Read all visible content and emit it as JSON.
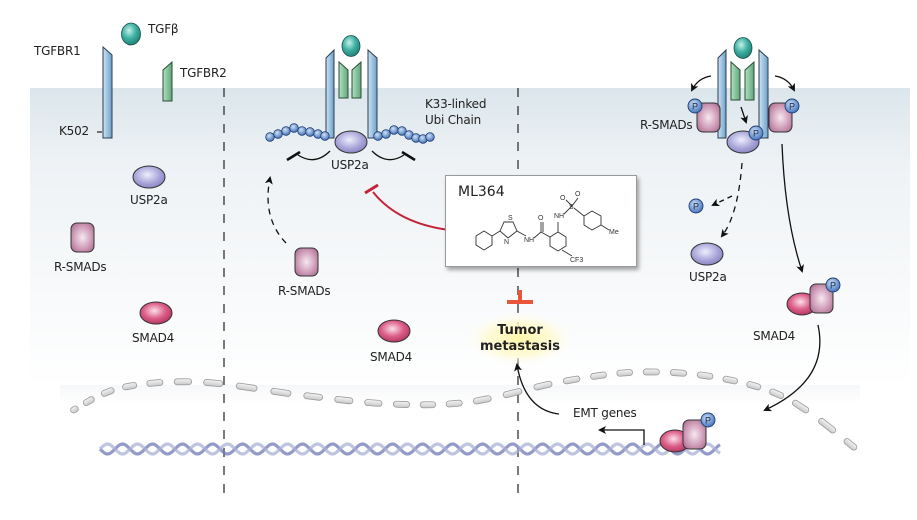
{
  "figure": {
    "panels": [
      "basal",
      "ml364-inhibited",
      "usp2a-active"
    ],
    "colors": {
      "receptor_type1": "#9cc3e0",
      "receptor_type2": "#7cbf93",
      "ligand": "#3aa79a",
      "usp2a": "#a9a5d6",
      "r_smad": "#c992b0",
      "smad4": "#d5557f",
      "phospho": "#4d7fc6",
      "ubiquitin": "#5b86c7",
      "inhibition": "#c4233a",
      "membrane_band": "#dfe8ee",
      "glow": "#fff5b0"
    }
  },
  "labels": {
    "tgfb": "TGFβ",
    "tgfbr1": "TGFBR1",
    "tgfbr2": "TGFBR2",
    "k502": "K502",
    "usp2a_left": "USP2a",
    "rsmads_left": "R-SMADs",
    "smad4_left": "SMAD4",
    "k33_line1": "K33-linked",
    "k33_line2": "Ubi Chain",
    "usp2a_mid": "USP2a",
    "rsmads_mid": "R-SMADs",
    "smad4_mid": "SMAD4",
    "compound": "ML364",
    "tumor_line1": "Tumor",
    "tumor_line2": "metastasis",
    "rsmads_right": "R-SMADs",
    "usp2a_right": "USP2a",
    "smad4_right": "SMAD4",
    "emt_genes": "EMT genes",
    "phospho": "P"
  },
  "compound_structure": {
    "atoms": [
      "S",
      "N",
      "NH",
      "O",
      "NH",
      "O",
      "S",
      "O",
      "Me",
      "CF3"
    ]
  }
}
